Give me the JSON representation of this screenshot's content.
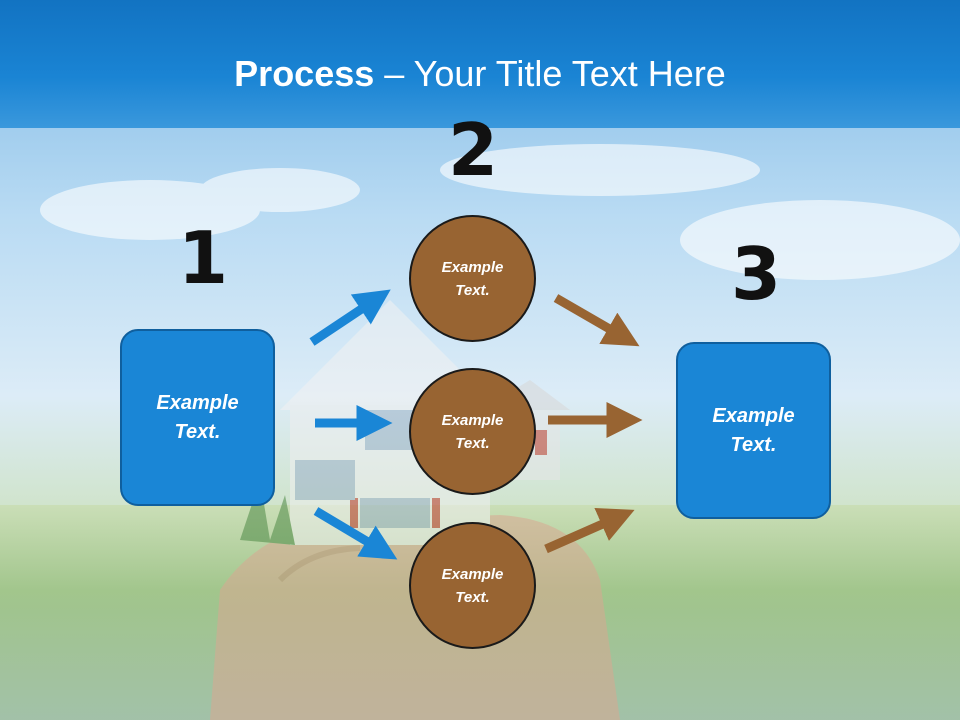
{
  "title": {
    "bold": "Process",
    "rest": " – Your Title Text Here"
  },
  "steps": {
    "one": {
      "number": "1",
      "box_text": "Example Text."
    },
    "two": {
      "number": "2",
      "circles": [
        "Example Text.",
        "Example Text.",
        "Example Text."
      ]
    },
    "three": {
      "number": "3",
      "box_text": "Example Text."
    }
  },
  "colors": {
    "title_band": "#1a84d4",
    "box_fill": "#1a86d6",
    "circle_fill": "#986432",
    "blue_arrow": "#1a86d6",
    "brown_arrow": "#986432"
  },
  "icons": [
    "arrow-right-icon",
    "house-in-hand-background"
  ]
}
